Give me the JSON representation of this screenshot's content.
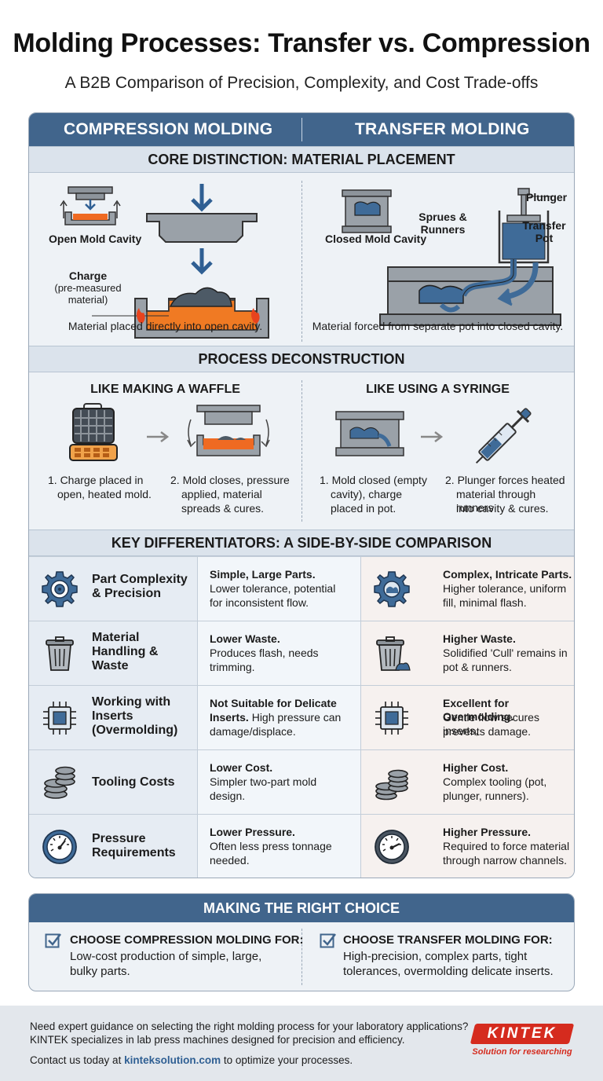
{
  "header": {
    "title": "Molding Processes: Transfer vs. Compression",
    "subtitle": "A B2B Comparison of Precision, Complexity, and Cost Trade-offs"
  },
  "columns": {
    "left": "COMPRESSION MOLDING",
    "right": "TRANSFER MOLDING"
  },
  "core": {
    "title": "CORE DISTINCTION: MATERIAL PLACEMENT",
    "left": {
      "open_cavity": "Open Mold Cavity",
      "charge": "Charge",
      "charge_note_1": "(pre-measured",
      "charge_note_2": "material)",
      "caption": "Material placed directly into open cavity."
    },
    "right": {
      "closed_cavity": "Closed Mold Cavity",
      "sprues_1": "Sprues &",
      "sprues_2": "Runners",
      "plunger": "Plunger",
      "transfer_1": "Transfer",
      "transfer_2": "Pot",
      "caption": "Material forced from separate pot into closed cavity."
    }
  },
  "process": {
    "title": "PROCESS DECONSTRUCTION",
    "left": {
      "heading": "LIKE MAKING A WAFFLE",
      "step1_l1": "1. Charge placed in",
      "step1_l2": "open, heated mold.",
      "step2_l1": "2. Mold closes, pressure",
      "step2_l2": "applied, material",
      "step2_l3": "spreads & cures."
    },
    "right": {
      "heading": "LIKE USING A SYRINGE",
      "step1_l1": "1. Mold closed (empty",
      "step1_l2": "cavity), charge",
      "step1_l3": "placed in pot.",
      "step2_l1": "2. Plunger forces heated",
      "step2_l2": "material through runners",
      "step2_l3": "into cavity & cures."
    }
  },
  "differentiators": {
    "title": "KEY DIFFERENTIATORS: A SIDE-BY-SIDE COMPARISON",
    "rows": [
      {
        "label_1": "Part Complexity",
        "label_2": "& Precision",
        "label_3": "",
        "icon": "gear-target-icon",
        "comp_head": "Simple, Large Parts.",
        "comp_l1": "Lower tolerance, potential",
        "comp_l2": "for inconsistent flow.",
        "trans_head": "Complex, Intricate Parts.",
        "trans_l1": "Higher tolerance, uniform",
        "trans_l2": "fill, minimal flash."
      },
      {
        "label_1": "Material",
        "label_2": "Handling &",
        "label_3": "Waste",
        "icon": "trash-bin-icon",
        "comp_head": "Lower Waste.",
        "comp_l1": "Produces flash, needs",
        "comp_l2": "trimming.",
        "trans_head": "Higher Waste.",
        "trans_l1": "Solidified 'Cull' remains in",
        "trans_l2": "pot & runners."
      },
      {
        "label_1": "Working with",
        "label_2": "Inserts",
        "label_3": "(Overmolding)",
        "icon": "chip-icon",
        "comp_head": "Not Suitable for Delicate",
        "comp_head2": "Inserts.",
        "comp_l1": "High pressure can",
        "comp_l2": "damage/displace.",
        "trans_head": "Excellent for Overmolding.",
        "trans_l1": "Gentle flow secures inserts,",
        "trans_l2": "prevents damage."
      },
      {
        "label_1": "Tooling Costs",
        "label_2": "",
        "label_3": "",
        "icon": "coin-stack-icon",
        "comp_head": "Lower Cost.",
        "comp_l1": "Simpler two-part mold",
        "comp_l2": "design.",
        "trans_head": "Higher Cost.",
        "trans_l1": "Complex tooling (pot,",
        "trans_l2": "plunger, runners)."
      },
      {
        "label_1": "Pressure",
        "label_2": "Requirements",
        "label_3": "",
        "icon": "pressure-gauge-icon",
        "comp_head": "Lower Pressure.",
        "comp_l1": "Often less press tonnage",
        "comp_l2": "needed.",
        "trans_head": "Higher Pressure.",
        "trans_l1": "Required to force material",
        "trans_l2": "through narrow channels."
      }
    ]
  },
  "choice": {
    "title": "MAKING THE RIGHT CHOICE",
    "left_head": "CHOOSE COMPRESSION MOLDING FOR:",
    "left_l1": "Low-cost production of simple, large,",
    "left_l2": "bulky parts.",
    "right_head": "CHOOSE TRANSFER MOLDING FOR:",
    "right_l1": "High-precision, complex parts, tight",
    "right_l2": "tolerances, overmolding delicate inserts."
  },
  "footer": {
    "line1": "Need expert guidance on selecting the right molding process for your laboratory applications?",
    "line2": "KINTEK specializes in lab press machines designed for precision and efficiency.",
    "contact_pre": "Contact us today at ",
    "contact_link": "kinteksolution.com",
    "contact_post": " to optimize your processes.",
    "logo_text": "KINTEK",
    "logo_tagline": "Solution for researching"
  },
  "colors": {
    "header_blue": "#41658c",
    "section_bar": "#dbe3ec",
    "flame": "#e8431d",
    "molten": "#f07a23",
    "logo_red": "#d52b1e"
  }
}
